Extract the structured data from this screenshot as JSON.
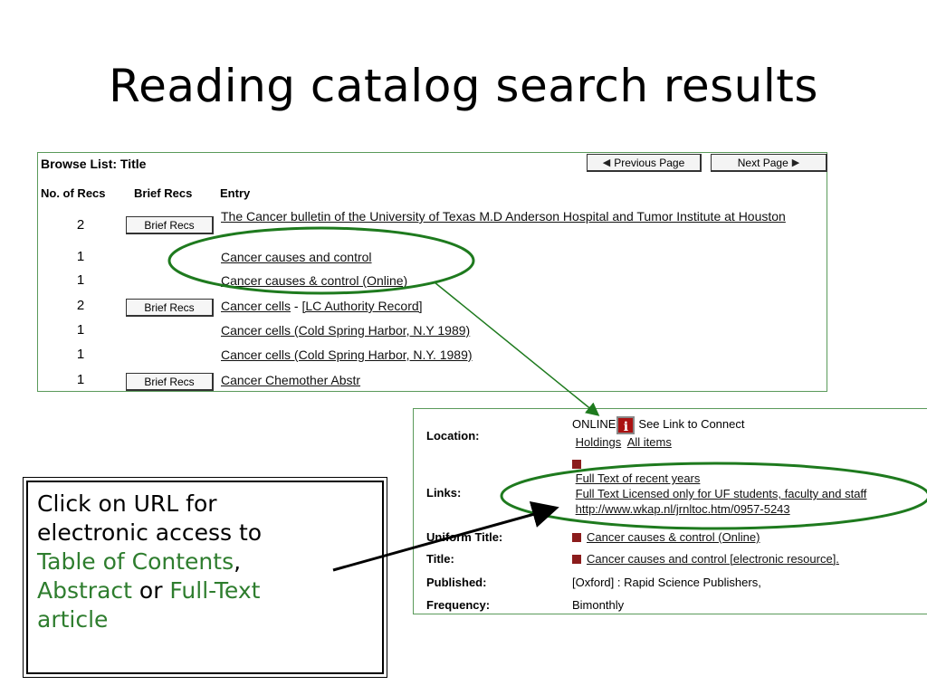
{
  "slide": {
    "title": "Reading catalog search results"
  },
  "browse": {
    "title": "Browse List: Title",
    "prev_label": "Previous Page",
    "next_label": "Next Page",
    "col_num": "No. of Recs",
    "col_brief": "Brief Recs",
    "col_entry": "Entry",
    "brief_label": "Brief Recs",
    "rows": [
      {
        "num": "2",
        "entry": "The Cancer bulletin of the University of Texas M.D Anderson Hospital and Tumor Institute at Houston",
        "brief": true
      },
      {
        "num": "1",
        "entry": "Cancer causes and control",
        "brief": false
      },
      {
        "num": "1",
        "entry": "Cancer causes & control (Online)",
        "brief": false
      },
      {
        "num": "2",
        "entry": "Cancer cells",
        "sep": " - ",
        "extra": "[LC Authority Record]",
        "brief": true
      },
      {
        "num": "1",
        "entry": "Cancer cells (Cold Spring Harbor, N.Y 1989)",
        "brief": false
      },
      {
        "num": "1",
        "entry": "Cancer cells (Cold Spring Harbor, N.Y. 1989)",
        "brief": false
      },
      {
        "num": "1",
        "entry": "Cancer Chemother Abstr",
        "brief": true
      }
    ]
  },
  "record": {
    "location_label": "Location:",
    "location_value": "ONLINE",
    "location_info": "See Link to Connect",
    "holdings": "Holdings",
    "all_items": "All items",
    "links_label": "Links:",
    "links": [
      "Full Text of recent years",
      "Full Text Licensed only for UF students, faculty and staff",
      "http://www.wkap.nl/jrnltoc.htm/0957-5243"
    ],
    "uniform_title_label": "Uniform Title:",
    "uniform_title": "Cancer causes & control (Online)",
    "title_label": "Title:",
    "title": "Cancer causes and control  [electronic resource].",
    "published_label": "Published:",
    "published": "[Oxford] :  Rapid Science Publishers,",
    "frequency_label": "Frequency:",
    "frequency": "Bimonthly"
  },
  "callout": {
    "line1": "Click on URL for",
    "line2": "electronic access to",
    "toc": "Table of Contents",
    "comma": ",",
    "abstract": "Abstract",
    "or": " or ",
    "fulltext": "Full-Text",
    "article": "article"
  },
  "colors": {
    "highlight": "#2e7d2e",
    "ellipse": "#1e7a1e",
    "panel_border": "#5a9a5a",
    "icon_red": "#8b1c1c"
  }
}
